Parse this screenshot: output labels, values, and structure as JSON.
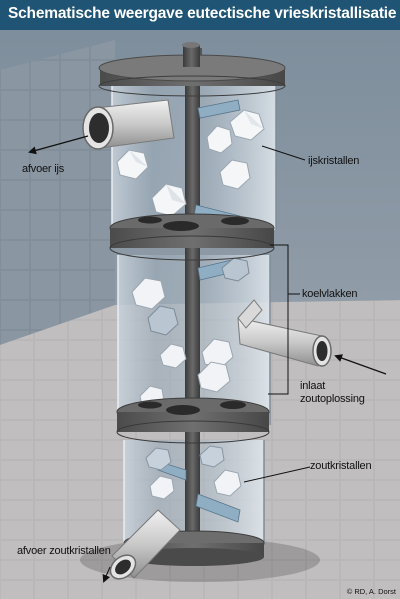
{
  "title": "Schematische weergave eutectische vrieskristallisatie",
  "labels": {
    "ice_outlet": "afvoer ijs",
    "ice_crystals": "ijskristallen",
    "cooling_surfaces": "koelvlakken",
    "inlet_line1": "inlaat",
    "inlet_line2": "zoutoplossing",
    "salt_crystals": "zoutkristallen",
    "salt_outlet": "afvoer zoutkristallen"
  },
  "credit": "© RD, A. Dorst"
}
